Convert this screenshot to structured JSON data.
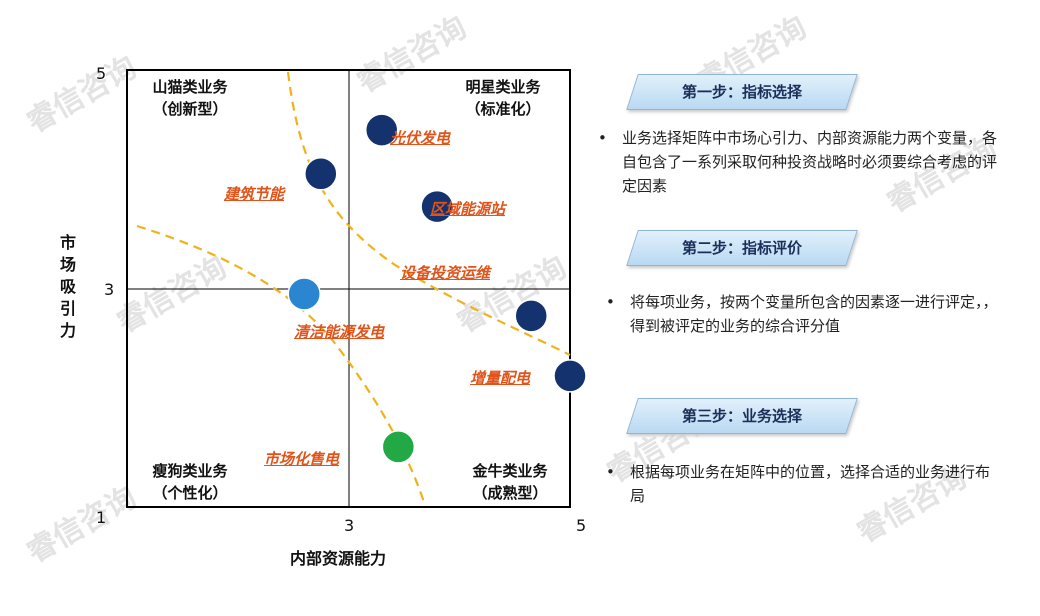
{
  "watermark_text": "睿信咨询",
  "axes": {
    "x_title": "内部资源能力",
    "y_title": [
      "市",
      "场",
      "吸",
      "引",
      "力"
    ],
    "x_ticks": [
      "3",
      "5"
    ],
    "y_ticks": [
      "5",
      "3"
    ],
    "origin": "1",
    "x_range": [
      1,
      5
    ],
    "y_range": [
      1,
      5
    ]
  },
  "quadrants": {
    "top_left": {
      "title": "山猫类业务",
      "sub": "（创新型）"
    },
    "top_right": {
      "title": "明星类业务",
      "sub": "（标准化）"
    },
    "bottom_left": {
      "title": "瘦狗类业务",
      "sub": "（个性化）"
    },
    "bottom_right": {
      "title": "金牛类业务",
      "sub": "（成熟型）"
    }
  },
  "businesses": [
    {
      "name": "光伏发电",
      "x": 3.3,
      "y": 4.45,
      "color": "#14336e"
    },
    {
      "name": "建筑节能",
      "x": 2.75,
      "y": 4.05,
      "color": "#14336e"
    },
    {
      "name": "区域能源站",
      "x": 3.8,
      "y": 3.75,
      "color": "#14336e"
    },
    {
      "name": "设备投资运维",
      "x": 4.65,
      "y": 2.75,
      "color": "#14336e"
    },
    {
      "name": "清洁能源发电",
      "x": 2.6,
      "y": 2.95,
      "color": "#2a86d1"
    },
    {
      "name": "增量配电",
      "x": 5.0,
      "y": 2.2,
      "color": "#14336e"
    },
    {
      "name": "市场化售电",
      "x": 3.45,
      "y": 1.55,
      "color": "#22a845"
    }
  ],
  "colors": {
    "curve": "#f0b21b",
    "label": "#e0541b",
    "grid": "#000000"
  },
  "steps": [
    {
      "title": "第一步：指标选择",
      "bullet": "业务选择矩阵中市场心引力、内部资源能力两个变量，各自包含了一系列采取何种投资战略时必须要综合考虑的评定因素"
    },
    {
      "title": "第二步：指标评价",
      "bullet": "将每项业务，按两个变量所包含的因素逐一进行评定，，得到被评定的业务的综合评分值"
    },
    {
      "title": "第三步：业务选择",
      "bullet": "根据每项业务在矩阵中的位置，选择合适的业务进行布局"
    }
  ],
  "bullet_char": "•"
}
